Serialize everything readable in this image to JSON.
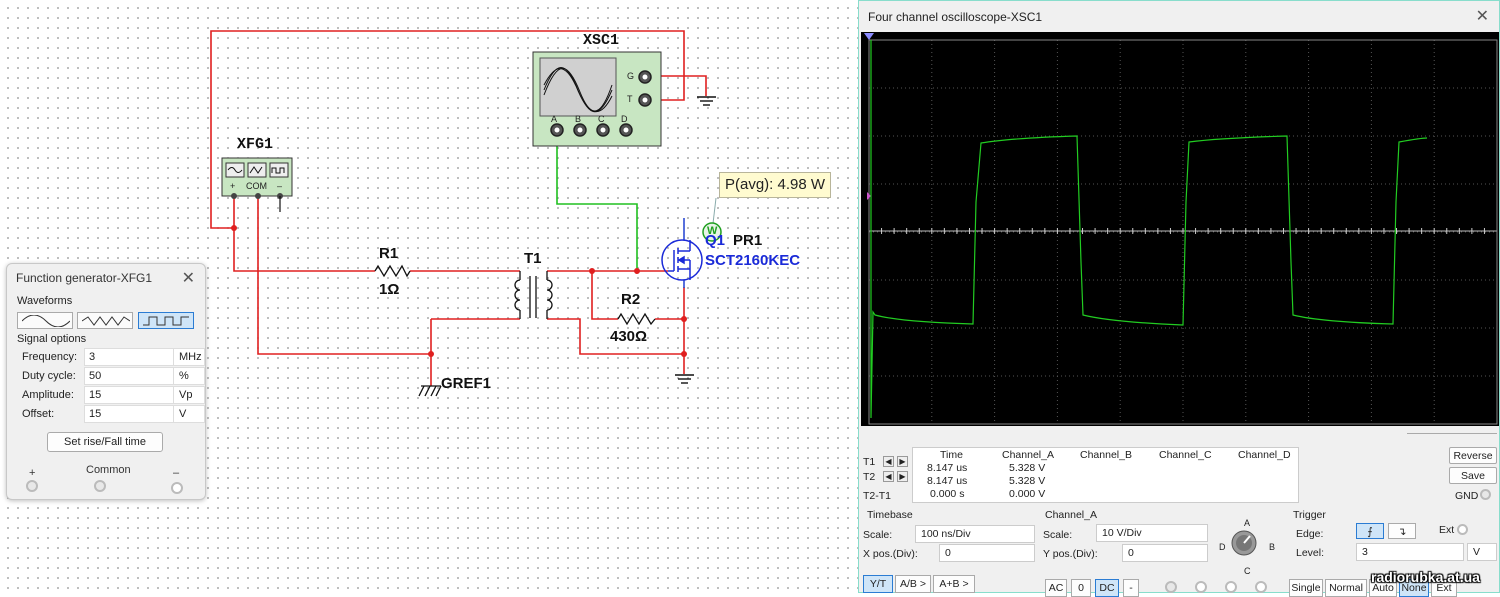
{
  "schematic": {
    "xsc1_label": "XSC1",
    "xsc1_terminals": [
      "G",
      "T",
      "A",
      "B",
      "C",
      "D"
    ],
    "xfg1_label": "XFG1",
    "xfg1_terminals": [
      "+",
      "COM",
      "–"
    ],
    "r1_label": "R1",
    "r1_value": "1Ω",
    "t1_label": "T1",
    "r2_label": "R2",
    "r2_value": "430Ω",
    "q1_label": "Q1",
    "pr1_label": "PR1",
    "q1_part": "SCT2160KEC",
    "wattmeter_glyph": "W",
    "gref_label": "GREF1",
    "pavg_tooltip": "P(avg): 4.98 W",
    "wire_color_red": "#e02020",
    "wire_color_green": "#20c020"
  },
  "function_generator": {
    "title": "Function generator-XFG1",
    "waveforms_label": "Waveforms",
    "waveforms": [
      "sine-icon",
      "triangle-icon",
      "square-icon"
    ],
    "selected_waveform": "square",
    "signal_options_label": "Signal options",
    "fields": [
      {
        "label": "Frequency:",
        "value": "3",
        "unit": "MHz"
      },
      {
        "label": "Duty cycle:",
        "value": "50",
        "unit": "%"
      },
      {
        "label": "Amplitude:",
        "value": "15",
        "unit": "Vp"
      },
      {
        "label": "Offset:",
        "value": "15",
        "unit": "V"
      }
    ],
    "rise_fall_button": "Set rise/Fall time",
    "term_plus": "+",
    "term_common": "Common",
    "term_minus": "–"
  },
  "oscilloscope": {
    "title": "Four channel oscilloscope-XSC1",
    "readout_headers": [
      "Time",
      "Channel_A",
      "Channel_B",
      "Channel_C",
      "Channel_D"
    ],
    "t1_label": "T1",
    "t2_label": "T2",
    "t2t1_label": "T2-T1",
    "t1_time": "8.147 us",
    "t1_cha": "5.328 V",
    "t2_time": "8.147 us",
    "t2_cha": "5.328 V",
    "dt_time": "0.000 s",
    "dt_cha": "0.000 V",
    "reverse_button": "Reverse",
    "save_button": "Save",
    "gnd_label": "GND",
    "timebase_label": "Timebase",
    "tb_scale_label": "Scale:",
    "tb_scale_value": "100 ns/Div",
    "tb_xpos_label": "X pos.(Div):",
    "tb_xpos_value": "0",
    "tb_buttons": [
      "Y/T",
      "A/B >",
      "A+B >"
    ],
    "channel_label": "Channel_A",
    "ch_scale_label": "Scale:",
    "ch_scale_value": "10  V/Div",
    "ch_ypos_label": "Y pos.(Div):",
    "ch_ypos_value": "0",
    "ch_coupling": [
      "AC",
      "0",
      "DC",
      "-"
    ],
    "knob_labels": [
      "A",
      "B",
      "C",
      "D"
    ],
    "trigger_label": "Trigger",
    "edge_label": "Edge:",
    "ext_label": "Ext",
    "level_label": "Level:",
    "level_value": "3",
    "level_unit": "V",
    "trigger_modes": [
      "Single",
      "Normal",
      "Auto",
      "None",
      "Ext"
    ],
    "trace_color": "#22cc22",
    "screen_color": "#000000"
  },
  "watermark": "radiorubka.at.ua"
}
